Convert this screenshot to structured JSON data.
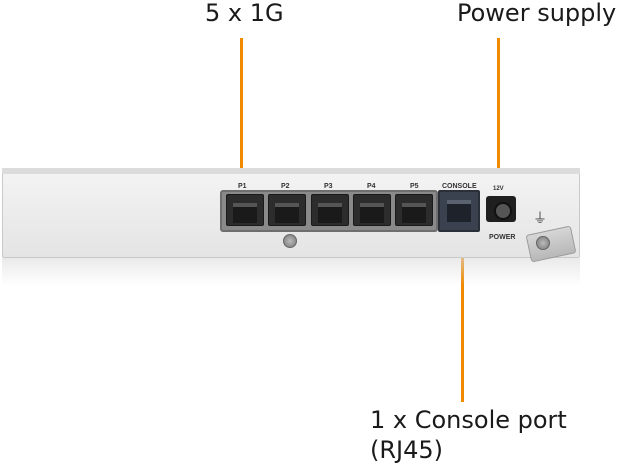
{
  "callouts": {
    "ports_label": "5 x 1G",
    "power_label": "Power supply",
    "console_label_line1": "1 x Console port",
    "console_label_line2": "(RJ45)"
  },
  "device": {
    "port_labels": [
      "P1",
      "P2",
      "P3",
      "P4",
      "P5"
    ],
    "console_label": "CONSOLE",
    "voltage_label": "12V",
    "power_label": "POWER"
  },
  "colors": {
    "leader": "#f08a00",
    "chassis": "#e8e8e8"
  }
}
